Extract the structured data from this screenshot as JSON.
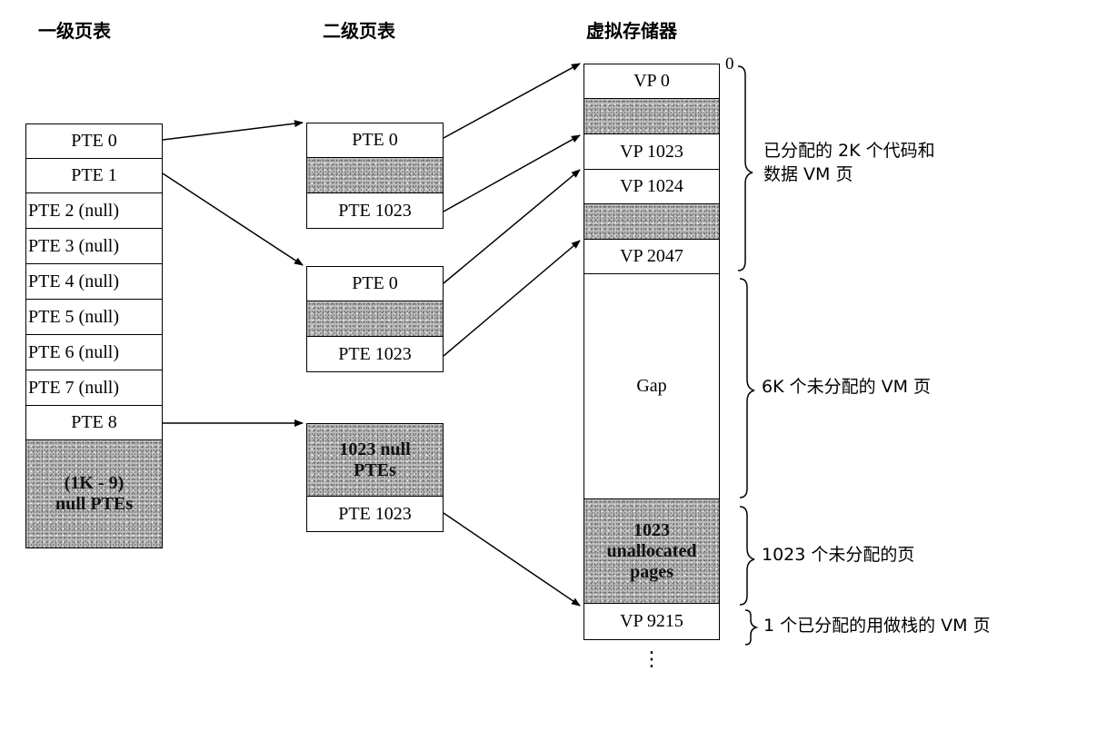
{
  "titles": {
    "level1": "一级页表",
    "level2": "二级页表",
    "vm": "虚拟存储器"
  },
  "level1_table": [
    {
      "label": "PTE 0",
      "shaded": false
    },
    {
      "label": "PTE 1",
      "shaded": false
    },
    {
      "label": "PTE 2 (null)",
      "shaded": false
    },
    {
      "label": "PTE 3 (null)",
      "shaded": false
    },
    {
      "label": "PTE 4 (null)",
      "shaded": false
    },
    {
      "label": "PTE 5 (null)",
      "shaded": false
    },
    {
      "label": "PTE 6 (null)",
      "shaded": false
    },
    {
      "label": "PTE 7 (null)",
      "shaded": false
    },
    {
      "label": "PTE 8",
      "shaded": false
    },
    {
      "label": "(1K - 9)\nnull PTEs",
      "shaded": true
    }
  ],
  "level2_tables": [
    [
      {
        "label": "PTE 0",
        "shaded": false
      },
      {
        "label": "",
        "shaded": true
      },
      {
        "label": "PTE 1023",
        "shaded": false
      }
    ],
    [
      {
        "label": "PTE 0",
        "shaded": false
      },
      {
        "label": "",
        "shaded": true
      },
      {
        "label": "PTE 1023",
        "shaded": false
      }
    ],
    [
      {
        "label": "1023 null\nPTEs",
        "shaded": true
      },
      {
        "label": "PTE 1023",
        "shaded": false
      }
    ]
  ],
  "vm_pages": [
    {
      "label": "VP 0",
      "shaded": false
    },
    {
      "label": "",
      "shaded": true
    },
    {
      "label": "VP 1023",
      "shaded": false
    },
    {
      "label": "VP 1024",
      "shaded": false
    },
    {
      "label": "",
      "shaded": true
    },
    {
      "label": "VP 2047",
      "shaded": false
    },
    {
      "label": "Gap",
      "shaded": false
    },
    {
      "label": "1023\nunallocated\npages",
      "shaded": true
    },
    {
      "label": "VP 9215",
      "shaded": false
    }
  ],
  "vm_start_label": "0",
  "continuation": "⋮",
  "annotations": [
    {
      "text": "已分配的 2K 个代码和\n数据 VM 页"
    },
    {
      "text": "6K 个未分配的 VM 页"
    },
    {
      "text": "1023 个未分配的页"
    },
    {
      "text": "1 个已分配的用做栈的 VM 页"
    }
  ]
}
